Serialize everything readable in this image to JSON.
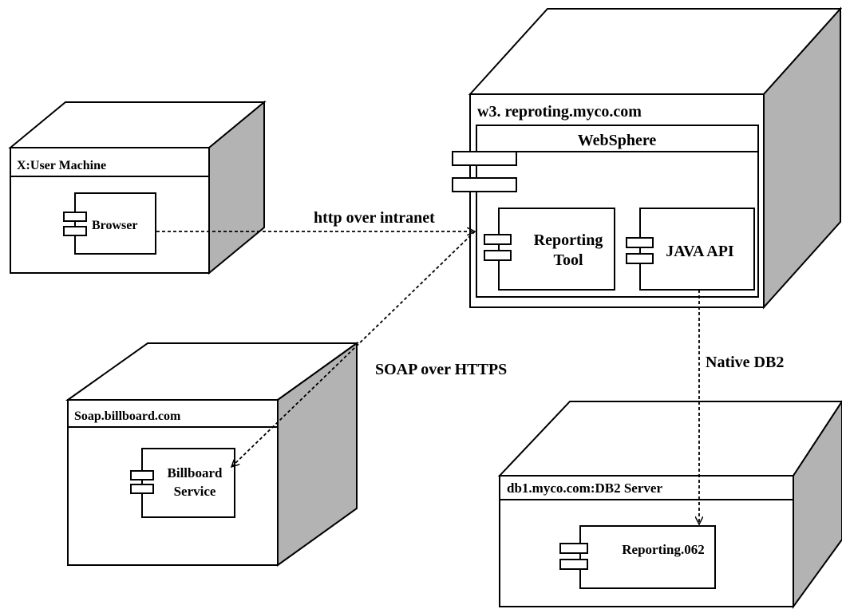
{
  "nodes": {
    "user_machine": {
      "title": "X:User Machine"
    },
    "webserver": {
      "title": "w3. reproting.myco.com",
      "container": "WebSphere"
    },
    "soap": {
      "title": "Soap.billboard.com"
    },
    "db": {
      "title": "db1.myco.com:DB2 Server"
    }
  },
  "components": {
    "browser": "Browser",
    "reporting_tool": [
      "Reporting",
      "Tool"
    ],
    "java_api": "JAVA API",
    "billboard": [
      "Billboard",
      "Service"
    ],
    "reporting_db": "Reporting.062"
  },
  "connections": {
    "http": "http over intranet",
    "soap": "SOAP over HTTPS",
    "db2": "Native DB2"
  }
}
